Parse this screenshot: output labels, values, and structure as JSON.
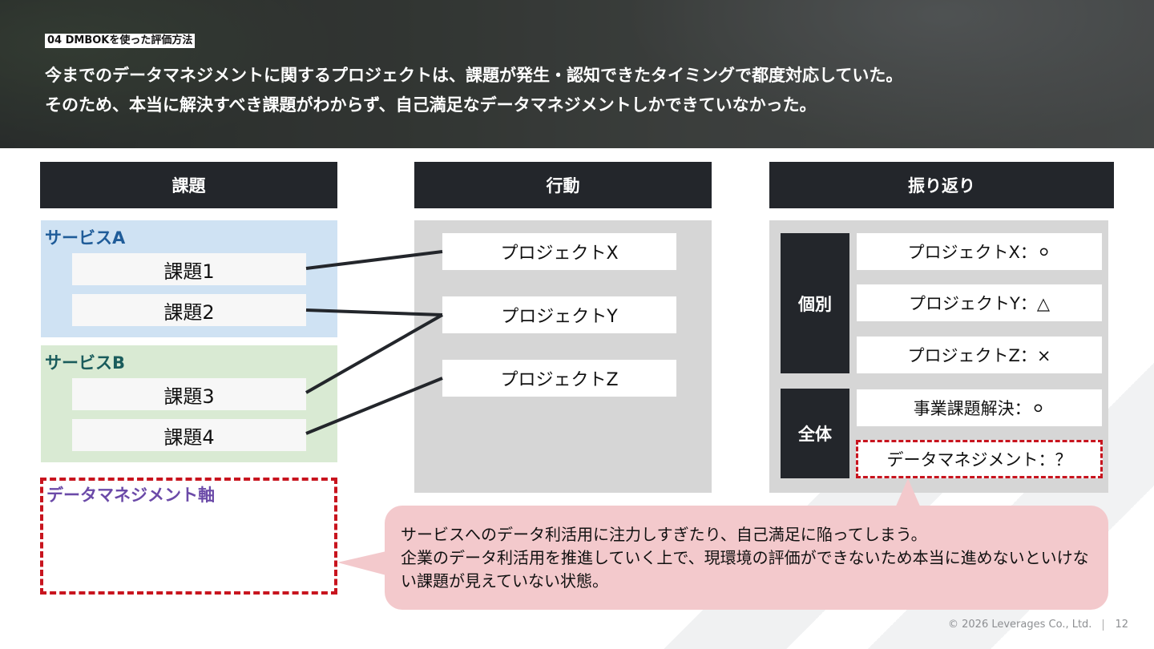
{
  "header": {
    "section_tag": "04 DMBOKを使った評価方法",
    "lead_line1": "今までのデータマネジメントに関するプロジェクトは、課題が発生・認知できたタイミングで都度対応していた。",
    "lead_line2": "そのため、本当に解決すべき課題がわからず、自己満足なデータマネジメントしかできていなかった。"
  },
  "columns": {
    "issues_header": "課題",
    "actions_header": "行動",
    "review_header": "振り返り"
  },
  "services": [
    {
      "name": "サービスA",
      "issues": [
        "課題1",
        "課題2"
      ]
    },
    {
      "name": "サービスB",
      "issues": [
        "課題3",
        "課題4"
      ]
    }
  ],
  "data_management_axis": "データマネジメント軸",
  "projects": [
    "プロジェクトX",
    "プロジェクトY",
    "プロジェクトZ"
  ],
  "review": {
    "individual_label": "個別",
    "individual_items": [
      "プロジェクトX：⚪",
      "プロジェクトY：△",
      "プロジェクトZ：×"
    ],
    "overall_label": "全体",
    "overall_items": [
      "事業課題解決：⚪",
      "データマネジメント：？"
    ]
  },
  "callout": {
    "line1": "サービスへのデータ利活用に注力しすぎたり、自己満足に陥ってしまう。",
    "line2": "企業のデータ利活用を推進していく上で、現環境の評価ができないため本当に進めないといけない課題が見えていない状態。"
  },
  "footer": {
    "copyright": "© 2026 Leverages Co., Ltd.",
    "page": "12"
  },
  "colors": {
    "dark_header": "#23262b",
    "service_a_bg": "#cfe2f3",
    "service_a_title": "#1f5c99",
    "service_b_bg": "#d9ead3",
    "service_b_title": "#1a5c5c",
    "dashed_red": "#c8141e",
    "axis_purple": "#6b4aa8",
    "callout_bg": "#f3c9cc"
  }
}
